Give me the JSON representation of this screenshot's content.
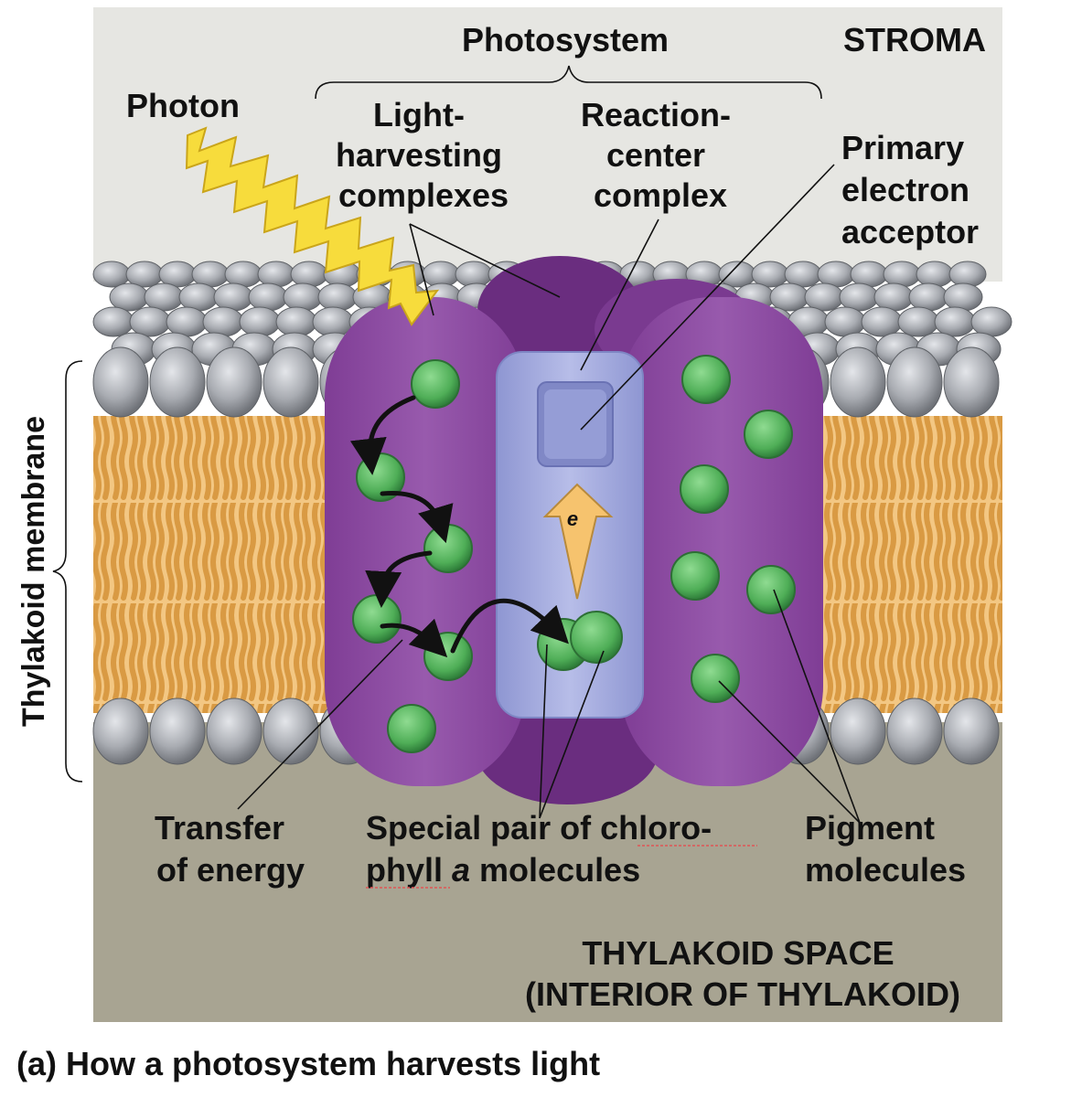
{
  "labels": {
    "photosystem": "Photosystem",
    "stroma": "STROMA",
    "photon": "Photon",
    "light_harvesting": [
      "Light-",
      "harvesting",
      "complexes"
    ],
    "reaction_center": [
      "Reaction-",
      "center",
      "complex"
    ],
    "primary_acceptor": [
      "Primary",
      "electron",
      "acceptor"
    ],
    "thylakoid_membrane": "Thylakoid membrane",
    "electron": "e",
    "transfer_energy": [
      "Transfer",
      "of energy"
    ],
    "special_pair_line1": "Special pair of chloro-",
    "special_pair_line2_pre": "phyll ",
    "special_pair_line2_italic": "a",
    "special_pair_line2_post": " molecules",
    "pigment": [
      "Pigment",
      "molecules"
    ],
    "thylakoid_space": [
      "THYLAKOID SPACE",
      "(INTERIOR OF THYLAKOID)"
    ],
    "caption": "(a) How a photosystem harvests light"
  },
  "colors": {
    "stroma": "#e6e6e2",
    "lumen": "#a8a492",
    "lipid_head": "#a0a3a8",
    "lipid_tail": "#eab866",
    "complex_purple": "#8c4fa1",
    "complex_dark_purple": "#6a2d7f",
    "reaction_center_blue": "#a9b0e0",
    "pigment_green": "#5fb866",
    "photon_yellow": "#f7dc3c",
    "electron_arrow": "#f6c36e"
  }
}
